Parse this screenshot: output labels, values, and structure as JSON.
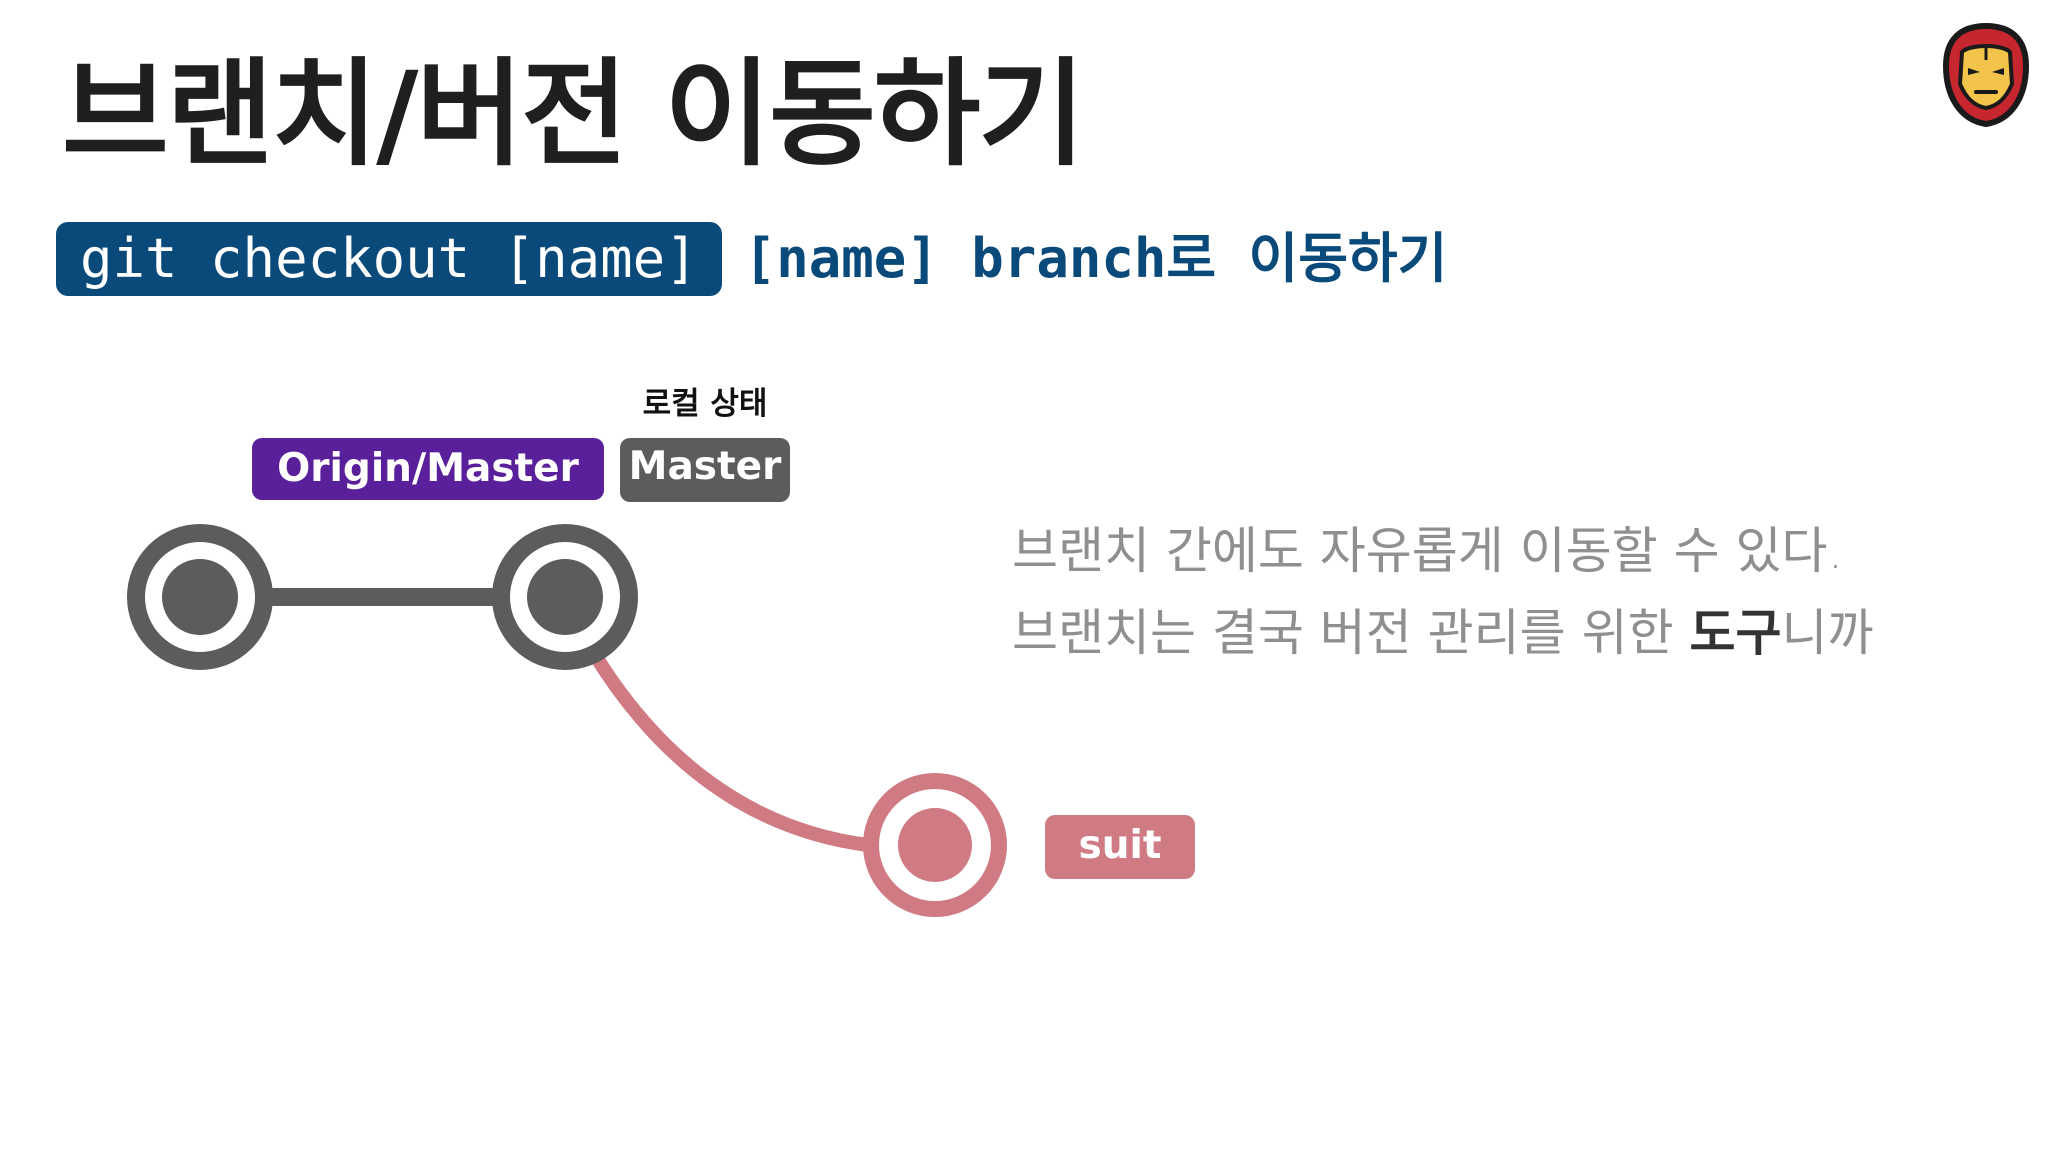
{
  "title": "브랜치/버전 이동하기",
  "command": {
    "code": "git checkout [name]",
    "description": "[name] branch로 이동하기"
  },
  "diagram": {
    "local_state_label": "로컬 상태",
    "tags": {
      "origin_master": "Origin/Master",
      "master": "Master",
      "suit": "suit"
    },
    "colors": {
      "main_line": "#5c5c5c",
      "branch_line": "#d07a84",
      "origin_tag": "#5a1f9a",
      "master_tag": "#5c5c5c",
      "suit_tag": "#d07a84"
    }
  },
  "explanation": {
    "line1": "브랜치 간에도 자유롭게 이동할 수 있다.",
    "line2_prefix": "브랜치는 결국 버전 관리를 위한 ",
    "line2_bold": "도구",
    "line2_suffix": "니까"
  },
  "avatar_icon": "iron-man-mask-icon"
}
